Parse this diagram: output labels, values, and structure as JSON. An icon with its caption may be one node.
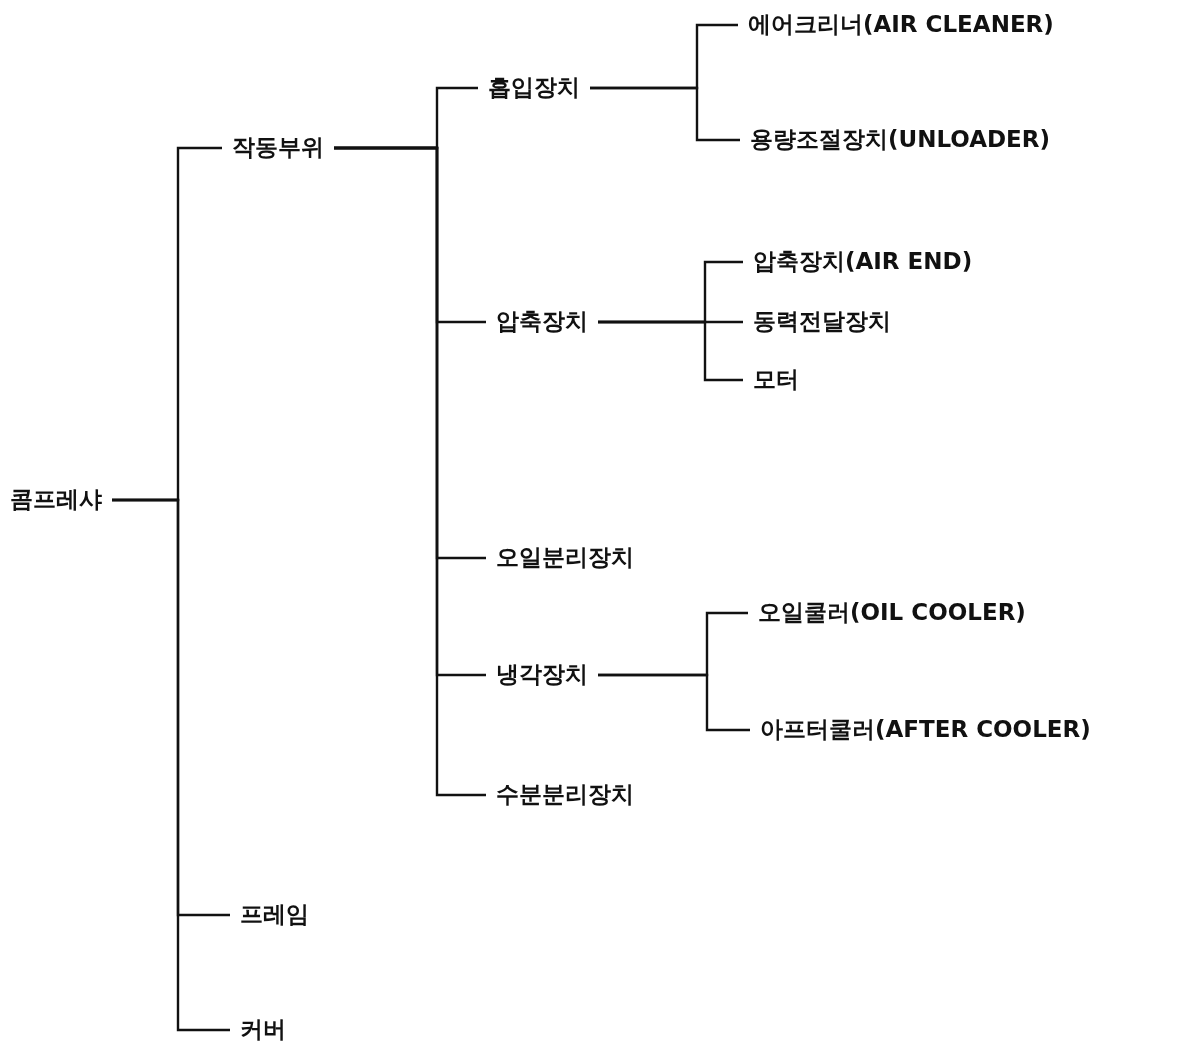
{
  "diagram": {
    "nodes": [
      {
        "text": [
          "콤프레샤"
        ]
      },
      {
        "text": [
          "작동부위"
        ]
      },
      {
        "text": [
          "프레임"
        ]
      },
      {
        "text": [
          "커버"
        ]
      },
      {
        "text": [
          "흡입장치"
        ]
      },
      {
        "text": [
          "압축장치"
        ]
      },
      {
        "text": [
          "오일분리장치"
        ]
      },
      {
        "text": [
          "냉각장치"
        ]
      },
      {
        "text": [
          "수분분리장치"
        ]
      },
      {
        "text": [
          "에어크리너(AIR CLEANER)"
        ]
      },
      {
        "text": [
          "용량조절장치(UNLOADER)"
        ]
      },
      {
        "text": [
          "압축장치(AIR END)"
        ]
      },
      {
        "text": [
          "동력전달장치"
        ]
      },
      {
        "text": [
          "모터"
        ]
      },
      {
        "text": [
          "오일쿨러(OIL COOLER)"
        ]
      },
      {
        "text": [
          "아프터쿨러(AFTER COOLER)"
        ]
      }
    ],
    "edges": [
      {
        "from": 0,
        "to": 1,
        "arrow": "none"
      },
      {
        "from": 0,
        "to": 2,
        "arrow": "none"
      },
      {
        "from": 0,
        "to": 3,
        "arrow": "none"
      },
      {
        "from": 1,
        "to": 4,
        "arrow": "none"
      },
      {
        "from": 1,
        "to": 5,
        "arrow": "none"
      },
      {
        "from": 1,
        "to": 6,
        "arrow": "none"
      },
      {
        "from": 1,
        "to": 7,
        "arrow": "none"
      },
      {
        "from": 1,
        "to": 8,
        "arrow": "none"
      },
      {
        "from": 4,
        "to": 9,
        "arrow": "none"
      },
      {
        "from": 4,
        "to": 10,
        "arrow": "none"
      },
      {
        "from": 5,
        "to": 11,
        "arrow": "none"
      },
      {
        "from": 5,
        "to": 12,
        "arrow": "none"
      },
      {
        "from": 5,
        "to": 13,
        "arrow": "none"
      },
      {
        "from": 7,
        "to": 14,
        "arrow": "none"
      },
      {
        "from": 7,
        "to": 15,
        "arrow": "none"
      }
    ]
  }
}
